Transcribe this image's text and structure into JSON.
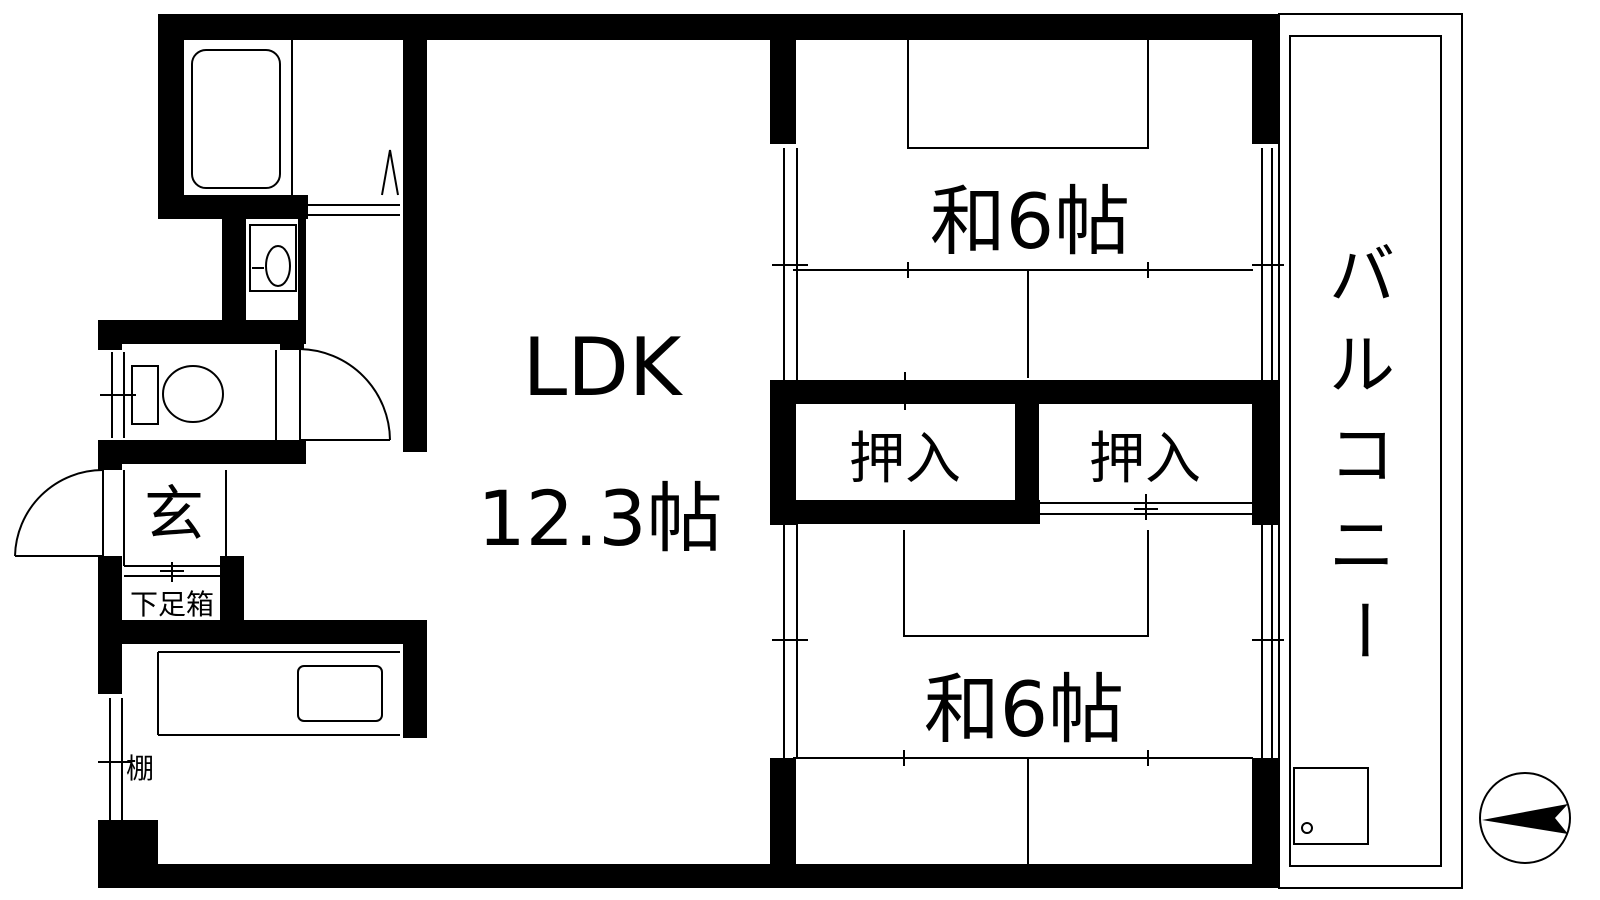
{
  "floor_plan": {
    "ldk_label": "LDK",
    "ldk_size": "12.3帖",
    "washitsu_upper": "和6帖",
    "washitsu_lower": "和6帖",
    "oshiire_left": "押入",
    "oshiire_right": "押入",
    "genkan": "玄",
    "getabako": "下足箱",
    "tana": "棚",
    "balcony_chars": [
      "バ",
      "ル",
      "コ",
      "ニ",
      "ー"
    ]
  }
}
